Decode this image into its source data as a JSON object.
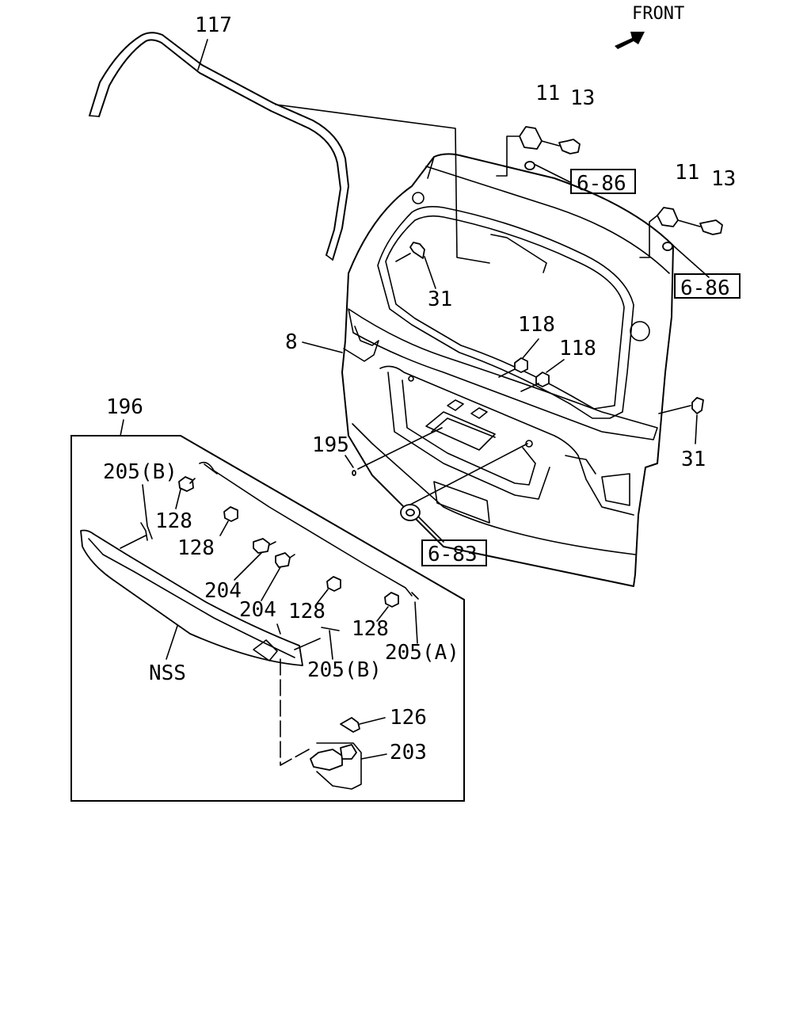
{
  "front_label": "FRONT",
  "callouts": {
    "c117": "117",
    "c11_top": "11",
    "c13_top": "13",
    "ref_686_top": "6-86",
    "c11_right": "11",
    "c13_right": "13",
    "ref_686_right": "6-86",
    "c31_top": "31",
    "c118_a": "118",
    "c118_b": "118",
    "c8": "8",
    "c196": "196",
    "c195": "195",
    "c31_right": "31",
    "c205b_top": "205(B)",
    "c128_a": "128",
    "c128_b": "128",
    "c204_a": "204",
    "c204_b": "204",
    "c128_c": "128",
    "c128_d": "128",
    "ref_683": "6-83",
    "c205a": "205(A)",
    "c205b_bottom": "205(B)",
    "nss": "NSS",
    "c126": "126",
    "c203": "203"
  }
}
